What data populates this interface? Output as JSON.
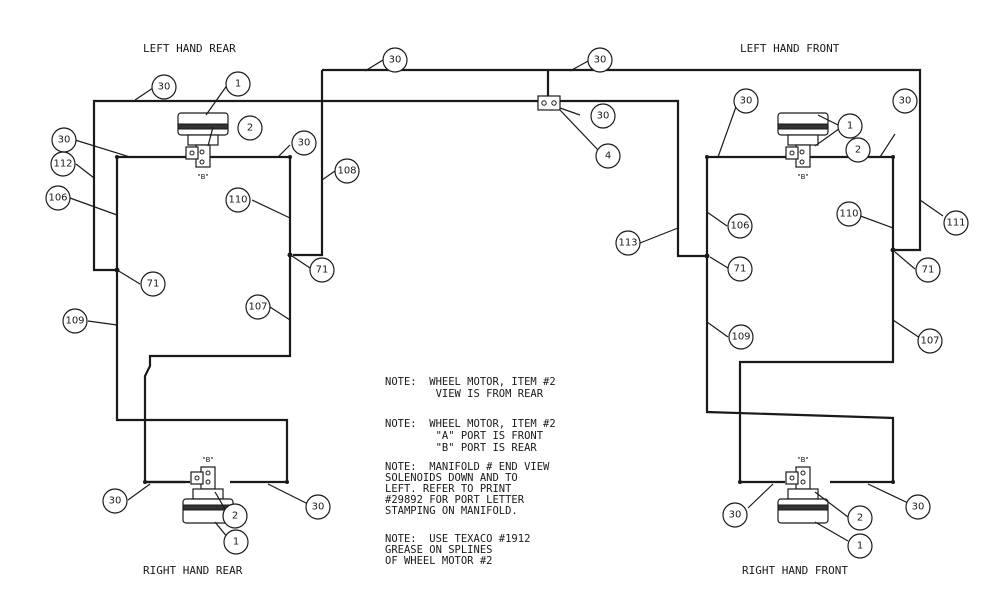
{
  "labels": {
    "left_rear": "LEFT HAND REAR",
    "left_front": "LEFT HAND FRONT",
    "right_rear": "RIGHT HAND REAR",
    "right_front": "RIGHT HAND FRONT"
  },
  "port_b": "\"B\"",
  "notes": [
    [
      "NOTE:  WHEEL MOTOR, ITEM #2",
      "        VIEW IS FROM REAR"
    ],
    [
      "NOTE:  WHEEL MOTOR, ITEM #2",
      "        \"A\" PORT IS FRONT",
      "        \"B\" PORT IS REAR"
    ],
    [
      "NOTE:  MANIFOLD # END VIEW",
      "SOLENOIDS DOWN AND TO",
      "LEFT. REFER TO PRINT",
      "#29892 FOR PORT LETTER",
      "STAMPING ON MANIFOLD."
    ],
    [
      "NOTE:  USE TEXACO #1912",
      "GREASE ON SPLINES",
      "OF WHEEL MOTOR #2"
    ]
  ],
  "callouts": [
    "30",
    "30",
    "30",
    "30",
    "1",
    "2",
    "30",
    "30",
    "112",
    "106",
    "108",
    "110",
    "71",
    "71",
    "109",
    "107",
    "30",
    "30",
    "2",
    "1",
    "30",
    "4",
    "30",
    "1",
    "2",
    "30",
    "111",
    "106",
    "110",
    "113",
    "71",
    "71",
    "109",
    "107",
    "30",
    "30",
    "2",
    "1"
  ]
}
